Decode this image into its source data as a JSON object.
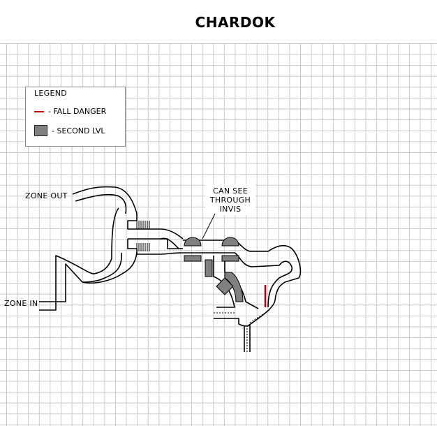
{
  "title": "CHARDOK",
  "legend": {
    "heading": "LEGEND",
    "items": [
      {
        "label": "- FALL DANGER",
        "color": "#c00000"
      },
      {
        "label": "- SECOND LVL",
        "color": "#808080"
      }
    ]
  },
  "labels": {
    "zone_out": "ZONE OUT",
    "zone_in": "ZONE IN",
    "callout_line1": "CAN SEE",
    "callout_line2": "THROUGH",
    "callout_line3": "INVIS"
  },
  "colors": {
    "grid": "#c8c8c8",
    "wall": "#000000",
    "fall_danger": "#c00000",
    "second_level": "#808080"
  }
}
